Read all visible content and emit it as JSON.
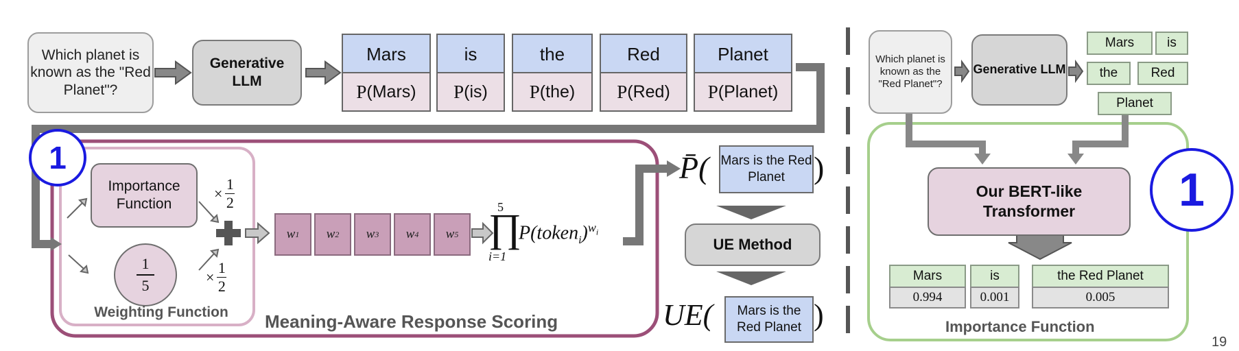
{
  "left": {
    "question": "Which planet is known as the \"Red Planet\"?",
    "llm": "Generative LLM",
    "tokens": [
      {
        "word": "Mars",
        "prob_label": "Mars"
      },
      {
        "word": "is",
        "prob_label": "is"
      },
      {
        "word": "the",
        "prob_label": "the"
      },
      {
        "word": "Red",
        "prob_label": "Red"
      },
      {
        "word": "Planet",
        "prob_label": "Planet"
      }
    ],
    "prob_symbol": "P",
    "badge": "1",
    "importance_function": "Importance Function",
    "weighting_fraction": {
      "num": "1",
      "den": "5"
    },
    "weighting_function": "Weighting Function",
    "half": {
      "times": "×",
      "num": "1",
      "den": "2"
    },
    "weights": [
      "w1",
      "w2",
      "w3",
      "w4",
      "w5"
    ],
    "product": {
      "upper": "5",
      "lower": "i=1",
      "expr": "P(token",
      "sub": "i",
      "close": ")",
      "exp": "w",
      "exp_sub": "i"
    },
    "section_title": "Meaning-Aware Response Scoring",
    "pbar": "P̄(",
    "response": "Mars is the Red Planet",
    "ue_method": "UE Method",
    "ue": "UE(",
    "close_paren": ")"
  },
  "right": {
    "question": "Which planet is known as the \"Red Planet\"?",
    "llm": "Generative LLM",
    "tokens": [
      "Mars",
      "is",
      "the",
      "Red",
      "Planet"
    ],
    "transformer": "Our BERT-like Transformer",
    "table": [
      {
        "label": "Mars",
        "value": "0.994"
      },
      {
        "label": "is",
        "value": "0.001"
      },
      {
        "label": "the Red Planet",
        "value": "0.005"
      }
    ],
    "importance_function": "Importance Function",
    "badge": "1"
  },
  "page_number": "19",
  "colors": {
    "token_blue": "#c9d7f3",
    "prob_pink": "#ecdfe6",
    "weight_mauve": "#c99fb8",
    "frame_maroon": "#9c4f78",
    "frame_light": "#d8b0c6",
    "frame_green": "#a6cf8c",
    "badge_blue": "#1a1ae0"
  }
}
